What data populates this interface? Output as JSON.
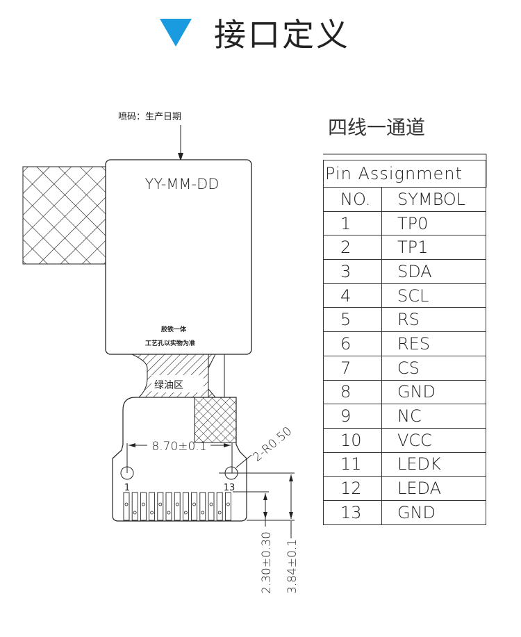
{
  "title": "接口定义",
  "colors": {
    "accent": "#1a9be0"
  },
  "subtitle": "四线一通道",
  "drawing": {
    "print_label": "喷码：生产日期",
    "date_code": "YY-MM-DD",
    "note1": "胶铁一体",
    "note2": "工艺孔以实物为准",
    "green_oil": "绿油区",
    "width_dim": "8.70±0.1",
    "radius_dim": "2-R0.50",
    "pin_first": "1",
    "pin_last": "13",
    "dim_a": "2.30±0.30",
    "dim_b": "3.84±0.1"
  },
  "table": {
    "header": "Pin Assignment",
    "col_no": "NO.",
    "col_symbol": "SYMBOL",
    "rows": [
      {
        "no": "1",
        "symbol": "TP0"
      },
      {
        "no": "2",
        "symbol": "TP1"
      },
      {
        "no": "3",
        "symbol": "SDA"
      },
      {
        "no": "4",
        "symbol": "SCL"
      },
      {
        "no": "5",
        "symbol": "RS"
      },
      {
        "no": "6",
        "symbol": "RES"
      },
      {
        "no": "7",
        "symbol": "CS"
      },
      {
        "no": "8",
        "symbol": "GND"
      },
      {
        "no": "9",
        "symbol": "NC"
      },
      {
        "no": "10",
        "symbol": "VCC"
      },
      {
        "no": "11",
        "symbol": "LEDK"
      },
      {
        "no": "12",
        "symbol": "LEDA"
      },
      {
        "no": "13",
        "symbol": "GND"
      }
    ]
  }
}
